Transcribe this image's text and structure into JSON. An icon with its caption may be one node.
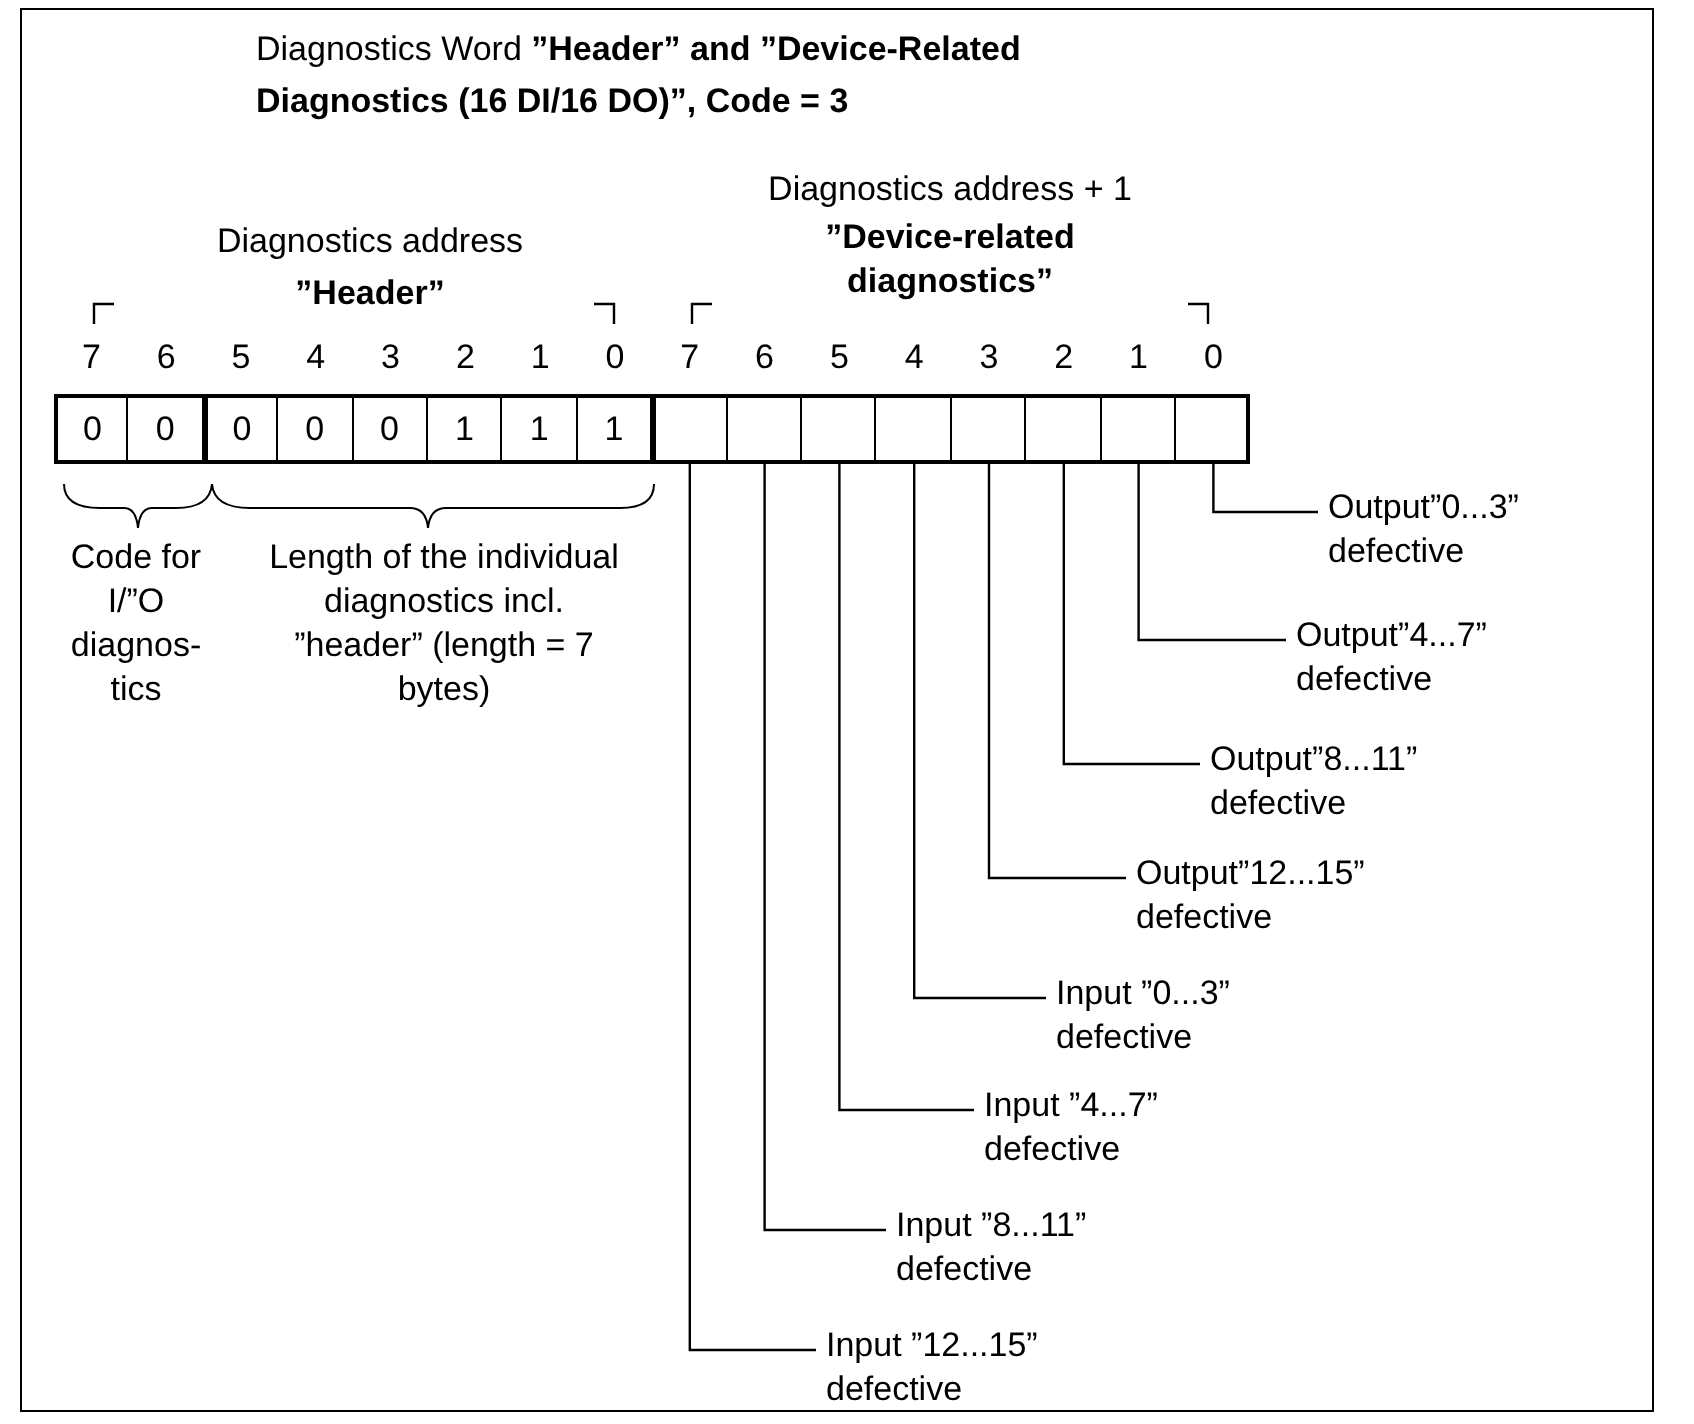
{
  "diagram": {
    "title": "Diagnostics Word **”Header” and ”Device-Related Diagnostics (16 DI/16 DO)”, Code = 3**",
    "nodes": [
      {
        "text": [
          "0"
        ]
      },
      {
        "text": [
          "0"
        ]
      },
      {
        "text": [
          "0"
        ]
      },
      {
        "text": [
          "0"
        ]
      },
      {
        "text": [
          "0"
        ]
      },
      {
        "text": [
          "1"
        ]
      },
      {
        "text": [
          "1"
        ]
      },
      {
        "text": [
          "1"
        ]
      },
      {
        "text": [],
        "shape": "box"
      },
      {
        "text": [],
        "shape": "box"
      },
      {
        "text": [],
        "shape": "box"
      },
      {
        "text": [],
        "shape": "box"
      },
      {
        "text": [],
        "shape": "box"
      },
      {
        "text": [],
        "shape": "box"
      },
      {
        "text": [],
        "shape": "box"
      },
      {
        "text": [],
        "shape": "box"
      },
      {
        "text": [
          "Output”0...3” defective"
        ]
      },
      {
        "text": [
          "Output”4...7” defective"
        ]
      },
      {
        "text": [
          "Output”8...11” defective"
        ]
      },
      {
        "text": [
          "Output”12...15” defective"
        ]
      },
      {
        "text": [
          "Input ”0...3” defective"
        ]
      },
      {
        "text": [
          "Input ”4...7” defective"
        ]
      },
      {
        "text": [
          "Input ”8...11” defective"
        ]
      },
      {
        "text": [
          "Input ”12...15” defective"
        ]
      }
    ],
    "edges": [
      {
        "from": 15,
        "to": 16,
        "arrow": "none"
      },
      {
        "from": 14,
        "to": 17,
        "arrow": "none"
      },
      {
        "from": 13,
        "to": 18,
        "arrow": "none"
      },
      {
        "from": 12,
        "to": 19,
        "arrow": "none"
      },
      {
        "from": 11,
        "to": 20,
        "arrow": "none"
      },
      {
        "from": 10,
        "to": 21,
        "arrow": "none"
      },
      {
        "from": 9,
        "to": 22,
        "arrow": "none"
      },
      {
        "from": 8,
        "to": 23,
        "arrow": "none"
      }
    ],
    "labels": [
      "Diagnostics address",
      "”Header”",
      "Diagnostics address + 1",
      "”Device-related diagnostics”",
      "7",
      "6",
      "5",
      "4",
      "3",
      "2",
      "1",
      "0",
      "7",
      "6",
      "5",
      "4",
      "3",
      "2",
      "1",
      "0",
      "Code for I/”O diagnos- tics",
      "Length of the individual diagnostics incl. ”header” (length = 7 bytes)"
    ]
  }
}
